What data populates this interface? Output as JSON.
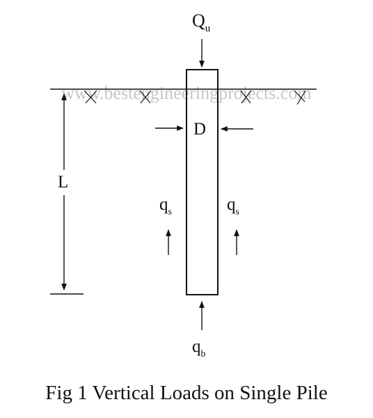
{
  "labels": {
    "load_symbol": "Q",
    "load_subscript": "u",
    "diameter": "D",
    "length": "L",
    "shaft_symbol": "q",
    "shaft_subscript": "s",
    "base_symbol": "q",
    "base_subscript": "b"
  },
  "watermark": "www.bestengineeringprojects.com",
  "caption": "Fig 1 Vertical Loads on Single Pile",
  "colors": {
    "ink": "#111111",
    "watermark": "#b9b9b9",
    "background": "#ffffff"
  }
}
